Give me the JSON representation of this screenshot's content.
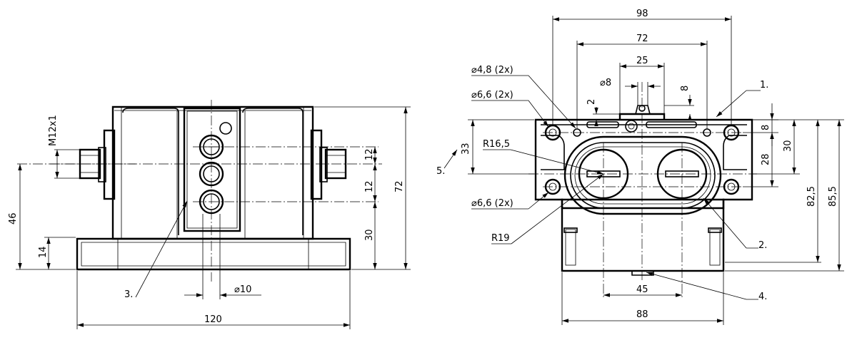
{
  "left_view": {
    "dims": {
      "width_overall": "120",
      "height_overall": "72",
      "thread": "M12x1",
      "height_46": "46",
      "height_14": "14",
      "spacing_top": "12",
      "spacing_bottom": "12",
      "height_30": "30",
      "bore": "⌀10"
    },
    "callouts": {
      "c3": "3."
    }
  },
  "right_view": {
    "dims": {
      "width_98": "98",
      "width_72": "72",
      "width_25": "25",
      "hole_48": "⌀4,8 (2x)",
      "hole_66_top": "⌀6,6 (2x)",
      "hole_66_bottom": "⌀6,6 (2x)",
      "pin_8": "⌀8",
      "dim_2": "2",
      "dim_8_top": "8",
      "radius_165": "R16,5",
      "radius_19": "R19",
      "dim_33": "33",
      "dim_8_right": "8",
      "dim_28": "28",
      "dim_30": "30",
      "dim_825": "82,5",
      "dim_855": "85,5",
      "width_45": "45",
      "width_88": "88"
    },
    "callouts": {
      "c1": "1.",
      "c2": "2.",
      "c4": "4.",
      "c5": "5."
    }
  }
}
